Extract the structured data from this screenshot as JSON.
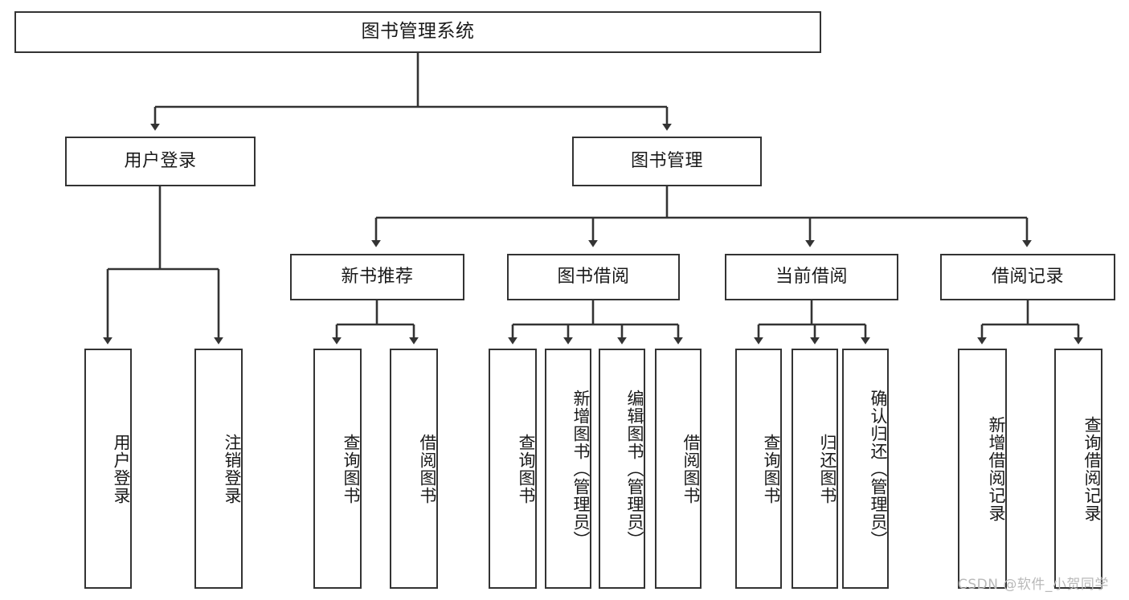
{
  "diagram": {
    "title": "图书管理系统",
    "type": "tree-hierarchy-diagram",
    "watermark": "CSDN @软件_小贺同学",
    "colors": {
      "box_border": "#333333",
      "box_fill": "#ffffff",
      "connector": "#333333",
      "text": "#1a1a1a",
      "watermark": "#b9b9b9"
    },
    "levels": [
      {
        "level": 1,
        "nodes": [
          {
            "id": "root",
            "label": "图书管理系统",
            "orientation": "horizontal"
          }
        ]
      },
      {
        "level": 2,
        "nodes": [
          {
            "id": "user-login",
            "label": "用户登录",
            "orientation": "horizontal",
            "parent": "root"
          },
          {
            "id": "book-manage",
            "label": "图书管理",
            "orientation": "horizontal",
            "parent": "root"
          }
        ]
      },
      {
        "level": 3,
        "nodes": [
          {
            "id": "new-book-recommend",
            "label": "新书推荐",
            "orientation": "horizontal",
            "parent": "book-manage"
          },
          {
            "id": "book-borrow",
            "label": "图书借阅",
            "orientation": "horizontal",
            "parent": "book-manage"
          },
          {
            "id": "current-borrow",
            "label": "当前借阅",
            "orientation": "horizontal",
            "parent": "book-manage"
          },
          {
            "id": "borrow-record",
            "label": "借阅记录",
            "orientation": "horizontal",
            "parent": "book-manage"
          }
        ]
      },
      {
        "level": 4,
        "nodes": [
          {
            "id": "leaf-user-login",
            "label": "用户登录",
            "orientation": "vertical",
            "parent": "user-login"
          },
          {
            "id": "leaf-logout-login",
            "label": "注销登录",
            "orientation": "vertical",
            "parent": "user-login"
          },
          {
            "id": "leaf-query-book-1",
            "label": "查询图书",
            "orientation": "vertical",
            "parent": "new-book-recommend"
          },
          {
            "id": "leaf-borrow-book-1",
            "label": "借阅图书",
            "orientation": "vertical",
            "parent": "new-book-recommend"
          },
          {
            "id": "leaf-query-book-2",
            "label": "查询图书",
            "orientation": "vertical",
            "parent": "book-borrow"
          },
          {
            "id": "leaf-add-book-admin",
            "label": "新增图书（管理员）",
            "orientation": "vertical",
            "parent": "book-borrow"
          },
          {
            "id": "leaf-edit-book-admin",
            "label": "编辑图书（管理员）",
            "orientation": "vertical",
            "parent": "book-borrow"
          },
          {
            "id": "leaf-borrow-book-2",
            "label": "借阅图书",
            "orientation": "vertical",
            "parent": "book-borrow"
          },
          {
            "id": "leaf-query-book-3",
            "label": "查询图书",
            "orientation": "vertical",
            "parent": "current-borrow"
          },
          {
            "id": "leaf-return-book",
            "label": "归还图书",
            "orientation": "vertical",
            "parent": "current-borrow"
          },
          {
            "id": "leaf-confirm-return-admin",
            "label": "确认归还（管理员）",
            "orientation": "vertical",
            "parent": "current-borrow"
          },
          {
            "id": "leaf-add-borrow-record",
            "label": "新增借阅记录",
            "orientation": "vertical",
            "parent": "borrow-record"
          },
          {
            "id": "leaf-query-borrow-record",
            "label": "查询借阅记录",
            "orientation": "vertical",
            "parent": "borrow-record"
          }
        ]
      }
    ]
  }
}
